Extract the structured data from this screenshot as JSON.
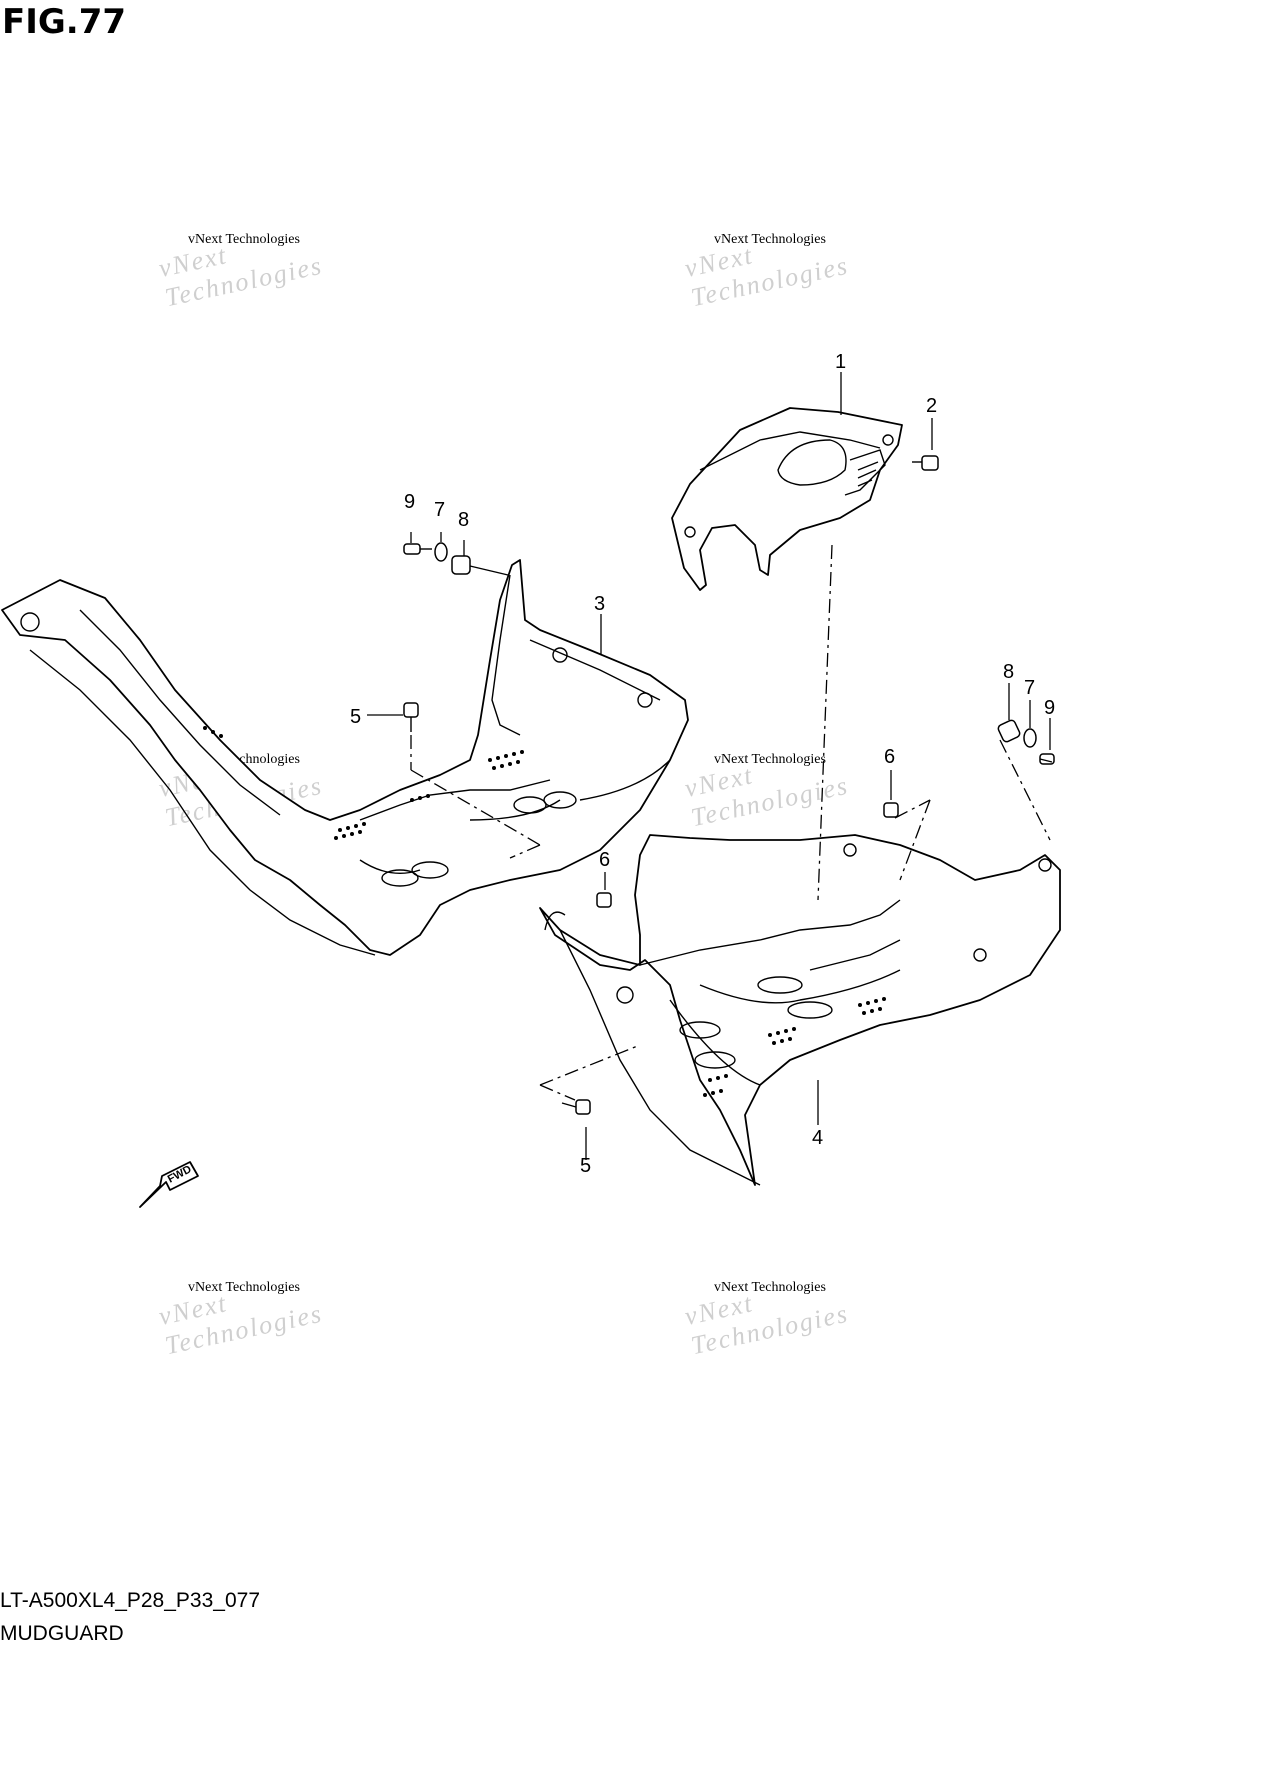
{
  "figure": {
    "title": "FIG.77"
  },
  "footer": {
    "code": "LT-A500XL4_P28_P33_077",
    "name": "MUDGUARD"
  },
  "watermark": {
    "large": "vNext Technologies",
    "small": "vNext Technologies"
  },
  "fwd_label": "FWD",
  "callouts": [
    "1",
    "2",
    "3",
    "4",
    "5",
    "5",
    "6",
    "6",
    "7",
    "7",
    "8",
    "8",
    "9",
    "9"
  ]
}
